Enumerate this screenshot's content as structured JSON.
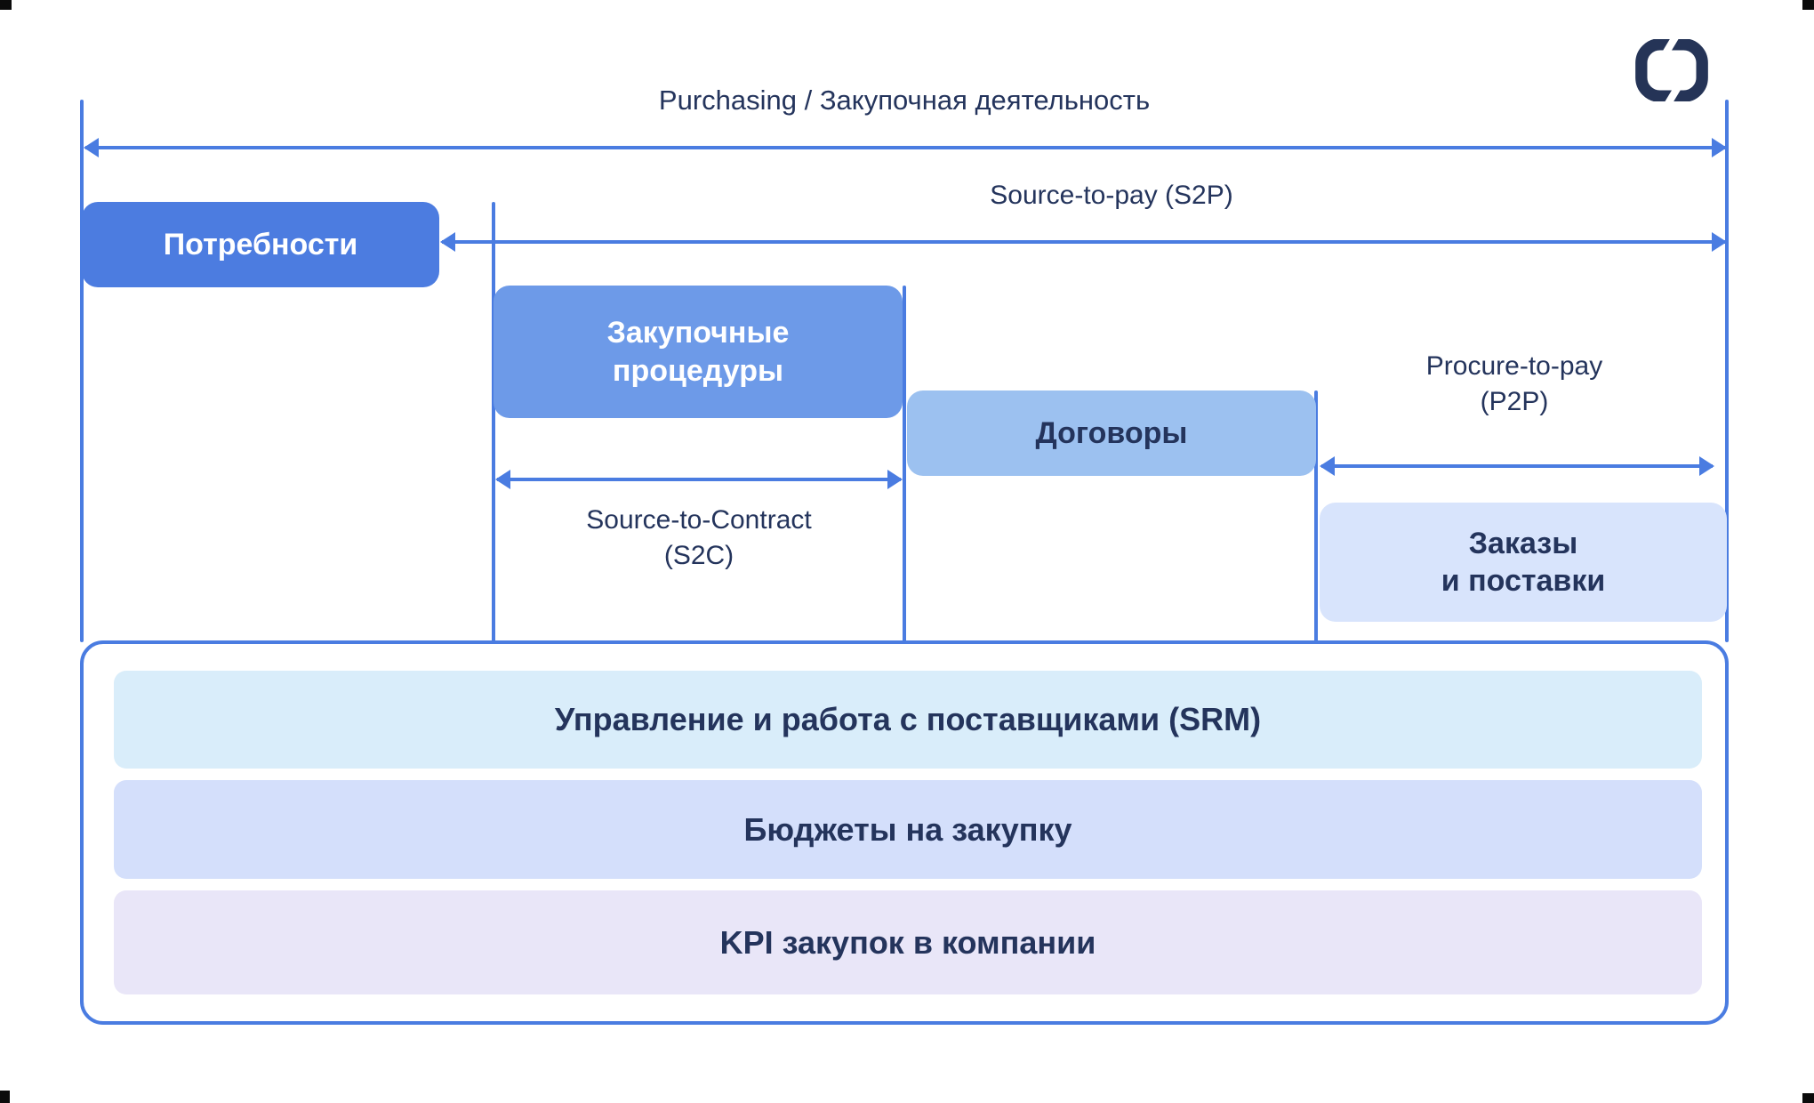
{
  "colors": {
    "accent": "#4a7ce1",
    "navy": "#24345c",
    "needs": "#4c7ce0",
    "procedures": "#6d9ae8",
    "contracts": "#9cc1f0",
    "orders": "#d8e4fc",
    "srm_bar": "#d9edfa",
    "budget_bar": "#d4dffb",
    "kpi_bar": "#e9e6f8",
    "logo": "#253457"
  },
  "header": {
    "title": "Purchasing / Закупочная деятельность",
    "logo_icon": "loop-logo"
  },
  "process_spans": {
    "s2p_label": "Source-to-pay (S2P)",
    "s2c_label": "Source-to-Contract\n(S2C)",
    "p2p_label": "Procure-to-pay\n(P2P)"
  },
  "stages": [
    {
      "id": "needs",
      "label": "Потребности"
    },
    {
      "id": "procedures",
      "label": "Закупочные\nпроцедуры"
    },
    {
      "id": "contracts",
      "label": "Договоры"
    },
    {
      "id": "orders",
      "label": "Заказы\nи поставки"
    }
  ],
  "foundation": {
    "rows": [
      "Управление и работа с поставщиками (SRM)",
      "Бюджеты на закупку",
      "KPI закупок в компании"
    ]
  }
}
